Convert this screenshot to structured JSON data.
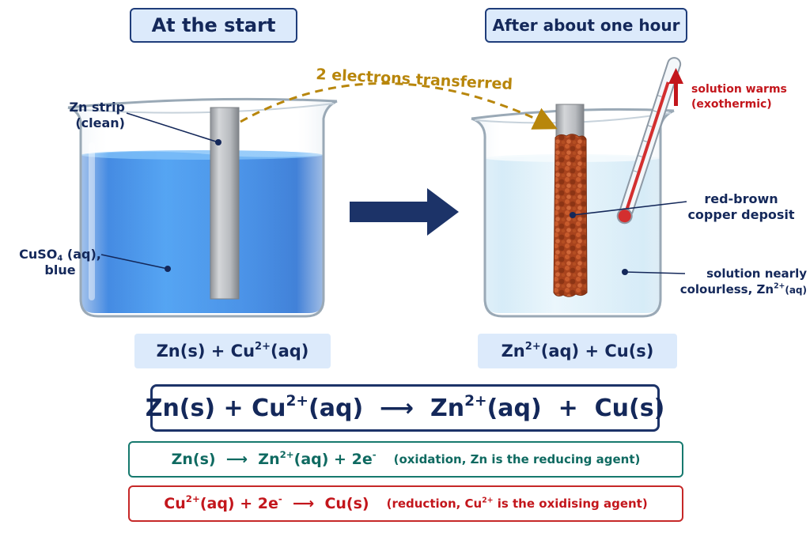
{
  "titles": {
    "start": "At the start",
    "after": "After about one hour"
  },
  "electron_label": "2 electrons transferred",
  "labels": {
    "zn_strip": [
      "Zn strip",
      "(clean)"
    ],
    "cuso4_main": "CuSO",
    "cuso4_sub": "4",
    "cuso4_tail": " (aq),",
    "cuso4_line2": "blue",
    "warms": [
      "solution warms",
      "(exothermic)"
    ],
    "copper": [
      "red-brown",
      "copper deposit"
    ],
    "colourless_line1": "solution nearly",
    "colourless_line2_a": "colourless, Zn",
    "colourless_line2_sup": "2+",
    "colourless_line2_b": "(aq)"
  },
  "equations": {
    "left_a": "Zn(s) + Cu",
    "left_sup": "2+",
    "left_b": "(aq)",
    "right_a": "Zn",
    "right_sup": "2+",
    "right_b": "(aq) + Cu(s)",
    "overall_a": "Zn(s) + Cu",
    "overall_sup1": "2+",
    "overall_b": "(aq)  ⟶  Zn",
    "overall_sup2": "2+",
    "overall_c": "(aq)  +  Cu(s)",
    "ox_a": "Zn(s)  ⟶  Zn",
    "ox_sup": "2+",
    "ox_b": "(aq) + 2e",
    "ox_sup2": "-",
    "ox_note": "(oxidation, Zn is the reducing agent)",
    "red_a": "Cu",
    "red_sup": "2+",
    "red_b": "(aq) + 2e",
    "red_sup2": "-",
    "red_c": "  ⟶  Cu(s)",
    "red_note_a": "(reduction, Cu",
    "red_note_sup": "2+",
    "red_note_b": " is the oxidising agent)"
  },
  "colors": {
    "navy": "#14285a",
    "blue_solution": "#1f7de6",
    "pale_solution": "#d9eef9",
    "copper": "#b04a22",
    "zinc": "#b9bcc0",
    "gold_arrow": "#b8860b",
    "red": "#c3161c",
    "teal": "#0f6a61"
  }
}
